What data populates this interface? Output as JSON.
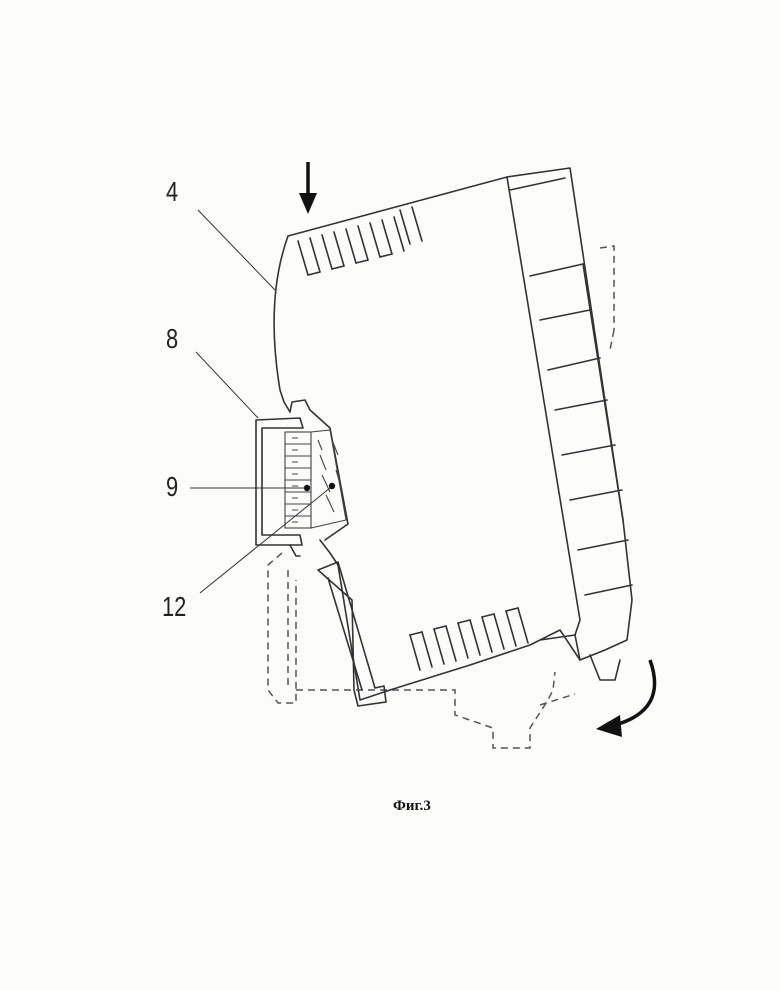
{
  "labels": {
    "l4": "4",
    "l8": "8",
    "l9": "9",
    "l12": "12"
  },
  "caption": "Фиг.3"
}
